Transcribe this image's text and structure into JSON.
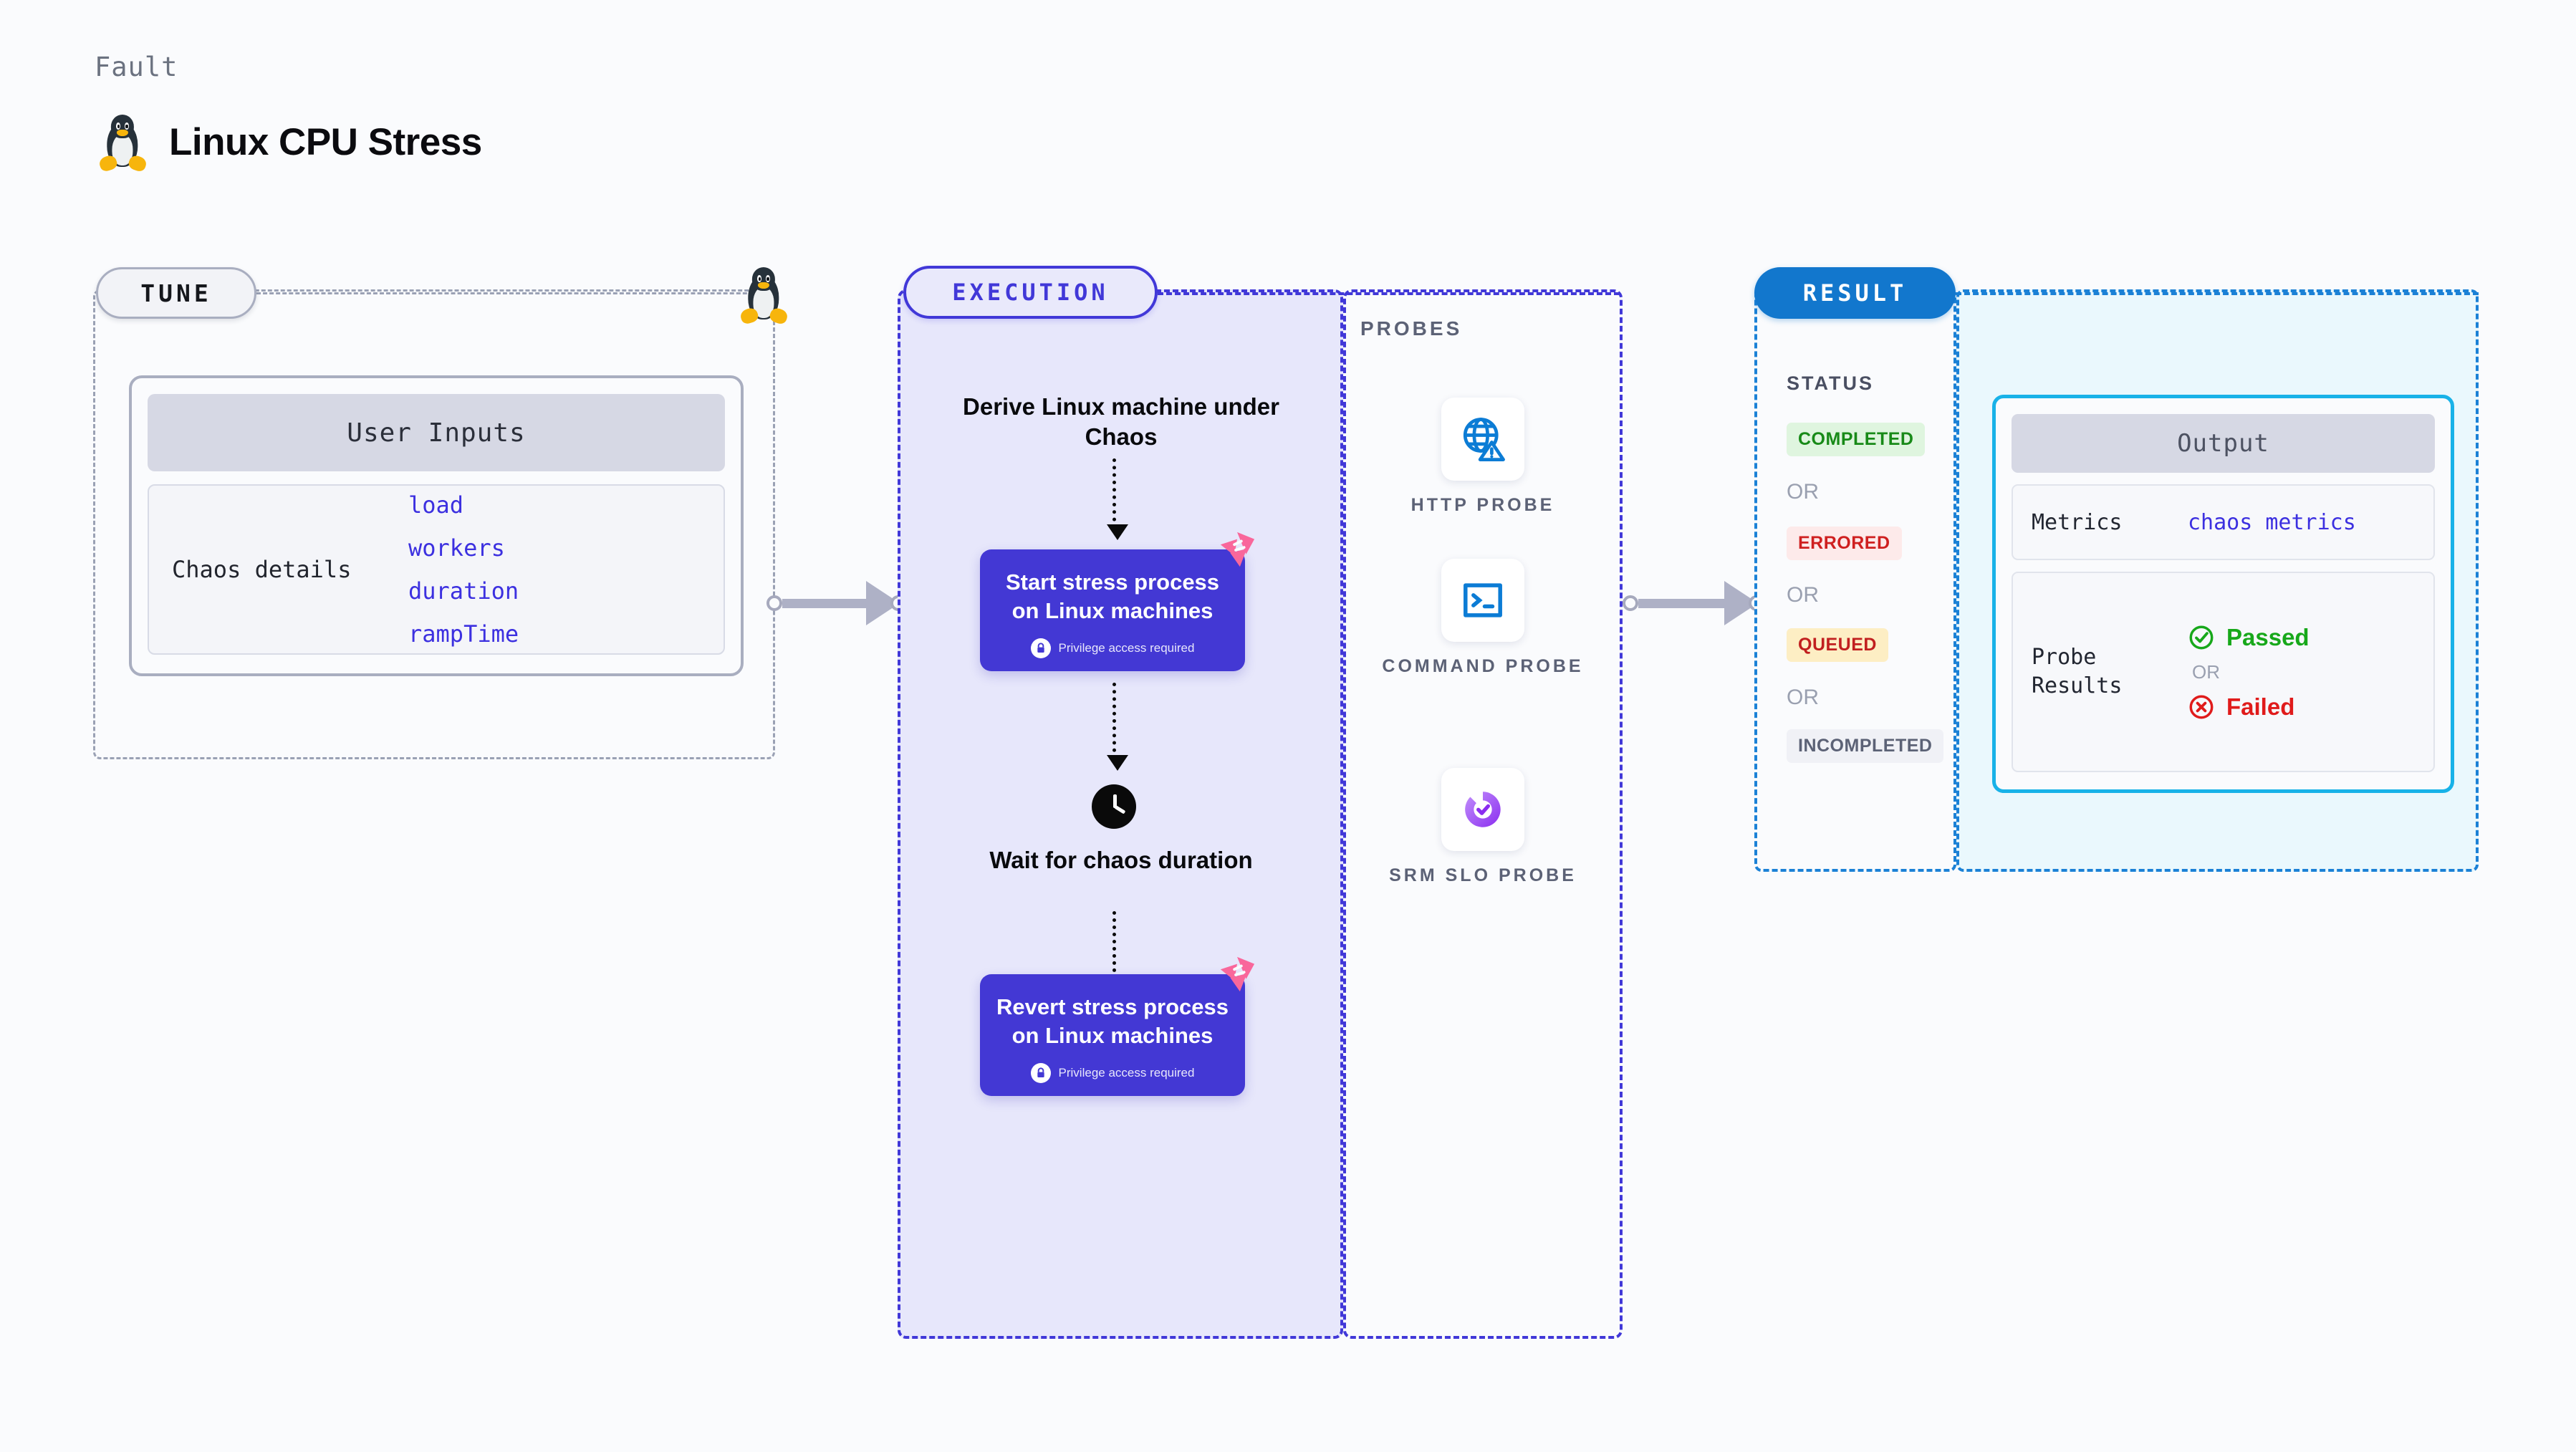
{
  "header": {
    "eyebrow": "Fault",
    "title": "Linux CPU Stress",
    "icon": "tux-penguin-icon"
  },
  "tune": {
    "pill_label": "TUNE",
    "icon": "tux-penguin-icon",
    "card_header": "User Inputs",
    "details_label": "Chaos details",
    "params": [
      "load",
      "workers",
      "duration",
      "rampTime"
    ]
  },
  "execution": {
    "pill_label": "EXECUTION",
    "steps": [
      {
        "type": "text",
        "label": "Derive Linux machine under Chaos"
      },
      {
        "type": "card",
        "label": "Start stress process on Linux machines",
        "note": "Privilege access required",
        "badge": "litmus-chaos-icon",
        "lock": "lock-icon"
      },
      {
        "type": "text",
        "label": "Wait for chaos duration",
        "icon": "clock-icon"
      },
      {
        "type": "card",
        "label": "Revert stress process on Linux machines",
        "note": "Privilege access required",
        "badge": "litmus-chaos-icon",
        "lock": "lock-icon"
      }
    ]
  },
  "probes": {
    "section_label": "PROBES",
    "items": [
      {
        "label": "HTTP PROBE",
        "icon": "globe-warning-icon"
      },
      {
        "label": "COMMAND PROBE",
        "icon": "terminal-icon"
      },
      {
        "label": "SRM SLO PROBE",
        "icon": "slo-donut-check-icon"
      }
    ]
  },
  "result": {
    "pill_label": "RESULT",
    "status_label": "STATUS",
    "or_label": "OR",
    "statuses": [
      {
        "label": "COMPLETED",
        "bg": "#dff5df",
        "fg": "#188a18"
      },
      {
        "label": "ERRORED",
        "bg": "#fdeaea",
        "fg": "#cf2020"
      },
      {
        "label": "QUEUED",
        "bg": "#fdeec4",
        "fg": "#c11f1f"
      },
      {
        "label": "INCOMPLETED",
        "bg": "#f0f1f6",
        "fg": "#5c6276"
      }
    ]
  },
  "output": {
    "header": "Output",
    "metrics_label": "Metrics",
    "metrics_value": "chaos metrics",
    "probe_results_label": "Probe Results",
    "or_label": "OR",
    "passed_label": "Passed",
    "failed_label": "Failed",
    "passed_icon": "check-circle-icon",
    "failed_icon": "x-circle-icon"
  },
  "connectors": {
    "tune_to_execution": "arrow-right-icon",
    "probes_to_result": "arrow-right-icon"
  },
  "colors": {
    "accent_indigo": "#4338d4",
    "accent_blue": "#1277cd",
    "accent_cyan": "#18b2e8",
    "chaos_pink": "#f9679b",
    "param_text": "#3c30e0"
  }
}
